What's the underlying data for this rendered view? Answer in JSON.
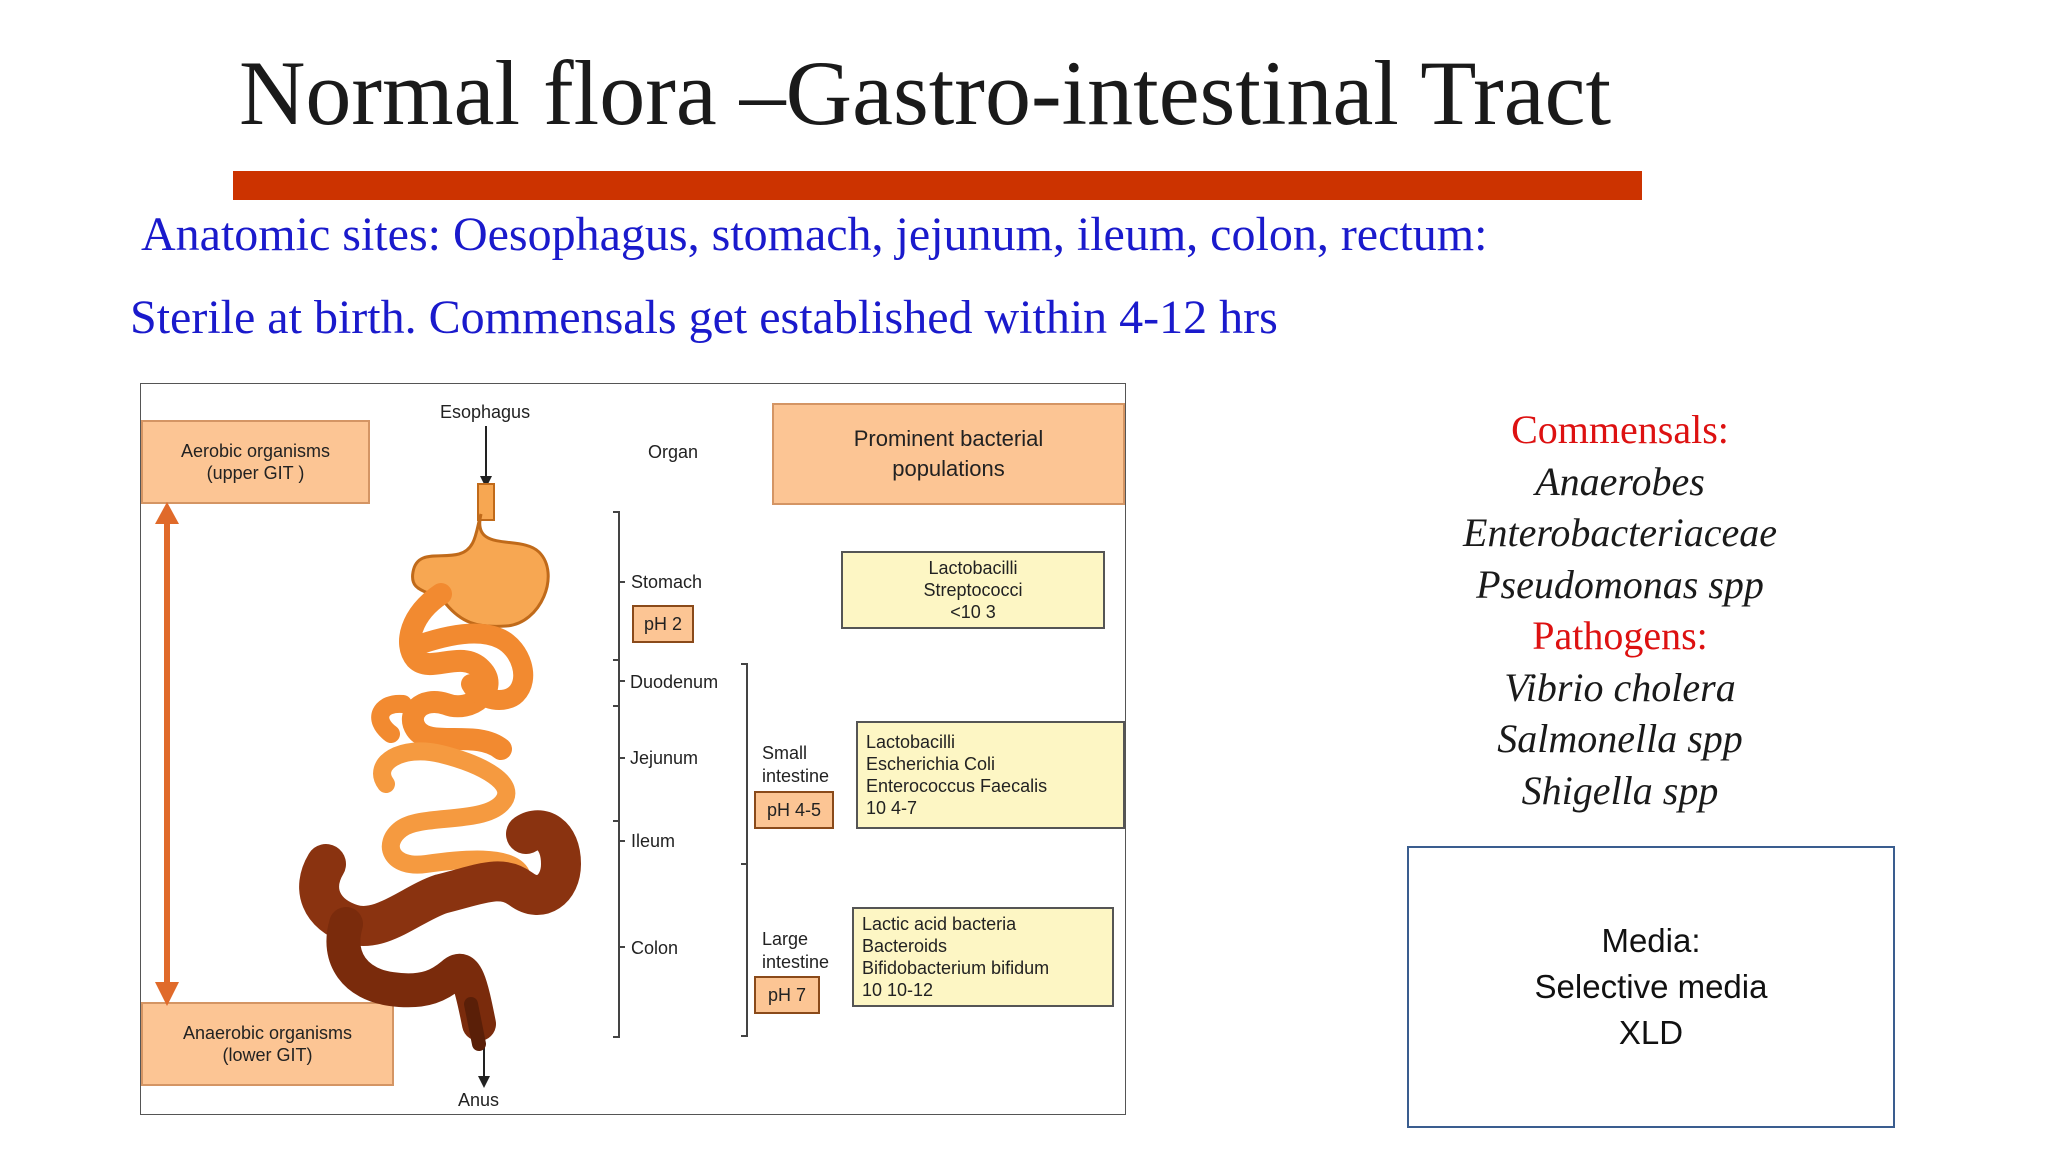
{
  "slide": {
    "title": "Normal flora –Gastro-intestinal Tract",
    "line1": "Anatomic sites:  Oesophagus, stomach, jejunum, ileum, colon, rectum:",
    "line2": "Sterile at birth. Commensals get established within 4-12 hrs"
  },
  "figure": {
    "esophagus": "Esophagus",
    "anus": "Anus",
    "organ_header": "Organ",
    "aerobic": [
      "Aerobic organisms",
      "(upper GIT )"
    ],
    "anaerobic": [
      "Anaerobic organisms",
      "(lower GIT)"
    ],
    "prominent": [
      "Prominent bacterial",
      "populations"
    ],
    "organs": {
      "stomach": "Stomach",
      "duodenum": "Duodenum",
      "jejunum": "Jejunum",
      "ileum": "Ileum",
      "colon": "Colon"
    },
    "small_intestine": [
      "Small",
      "intestine"
    ],
    "large_intestine": [
      "Large",
      "intestine"
    ],
    "ph_stomach": "pH 2",
    "ph_small": "pH 4-5",
    "ph_large": "pH 7",
    "stomach_bacteria": [
      "Lactobacilli",
      "Streptococci",
      "<10 3"
    ],
    "small_bacteria": [
      "Lactobacilli",
      "Escherichia Coli",
      "Enterococcus Faecalis",
      "10 4-7"
    ],
    "large_bacteria": [
      "Lactic acid bacteria",
      "Bacteroids",
      "Bifidobacterium bifidum",
      "10 10-12"
    ]
  },
  "right": {
    "commensals_heading": "Commensals:",
    "commensals": [
      "Anaerobes",
      "Enterobacteriaceae",
      "Pseudomonas spp"
    ],
    "pathogens_heading": "Pathogens:",
    "pathogens": [
      "Vibrio cholera",
      "Salmonella spp",
      "Shigella spp"
    ]
  },
  "media": {
    "heading": "Media:",
    "line1": "Selective media",
    "line2": "XLD"
  },
  "colors": {
    "title_bar": "#cc3300",
    "body_text": "#1a1acc",
    "heading_red": "#dd1111",
    "peach_box": "#fcc594",
    "yellow_box": "#fdf6c4",
    "arrow": "#e06a2a",
    "upper_gut": "#f7a752",
    "lower_gut": "#8a3310"
  }
}
